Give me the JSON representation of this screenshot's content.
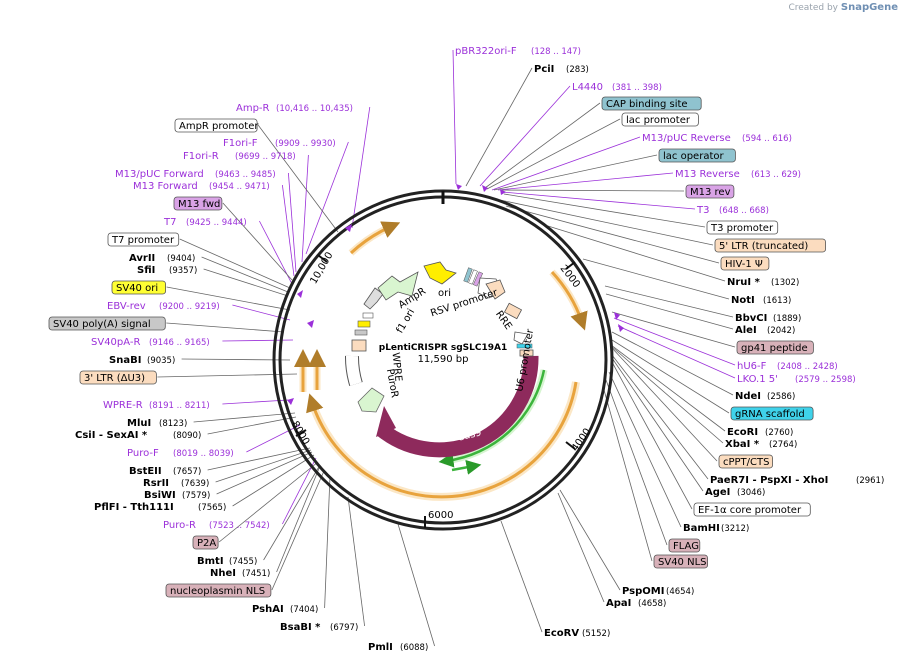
{
  "credit": {
    "prefix": "Created by",
    "brand": "SnapGene"
  },
  "plasmid": {
    "name": "pLentiCRISPR sgSLC19A1",
    "size": "11,590 bp"
  },
  "ticks": [
    {
      "label": "2000"
    },
    {
      "label": "4000"
    },
    {
      "label": "6000"
    },
    {
      "label": "8000"
    },
    {
      "label": "10,000"
    }
  ],
  "features": [
    {
      "name": "f1-ori",
      "label": "f1 ori"
    },
    {
      "name": "ampr",
      "label": "AmpR"
    },
    {
      "name": "ori",
      "label": "ori"
    },
    {
      "name": "rsv-promoter",
      "label": "RSV promoter"
    },
    {
      "name": "rre",
      "label": "RRE"
    },
    {
      "name": "u6-promoter",
      "label": "U6 promoter"
    },
    {
      "name": "cas9",
      "label": "Cas9"
    },
    {
      "name": "puror",
      "label": "PuroR"
    },
    {
      "name": "wpre",
      "label": "WPRE"
    }
  ],
  "labels": [
    {
      "name": "pbr322ori-f",
      "text": "pBR322ori-F",
      "range": "(128 .. 147)",
      "kind": "primer"
    },
    {
      "name": "pcii",
      "text": "PciI",
      "range": "(283)",
      "kind": "site"
    },
    {
      "name": "l4440",
      "text": "L4440",
      "range": "(381 .. 398)",
      "kind": "primer"
    },
    {
      "name": "cap-binding-site",
      "text": "CAP binding site",
      "kind": "feat",
      "bg": "#8fc3cf"
    },
    {
      "name": "lac-promoter",
      "text": "lac promoter",
      "kind": "feat",
      "bg": "#ffffff"
    },
    {
      "name": "m13-puc-reverse",
      "text": "M13/pUC Reverse",
      "range": "(594 .. 616)",
      "kind": "primer"
    },
    {
      "name": "lac-operator",
      "text": "lac operator",
      "kind": "feat",
      "bg": "#8fc3cf"
    },
    {
      "name": "m13-reverse",
      "text": "M13 Reverse",
      "range": "(613 .. 629)",
      "kind": "primer"
    },
    {
      "name": "m13-rev",
      "text": "M13 rev",
      "kind": "feat",
      "bg": "#d9a3e6"
    },
    {
      "name": "t3",
      "text": "T3",
      "range": "(648 .. 668)",
      "kind": "primer"
    },
    {
      "name": "t3-promoter",
      "text": "T3 promoter",
      "kind": "feat",
      "bg": "#ffffff"
    },
    {
      "name": "5-ltr",
      "text": "5' LTR (truncated)",
      "kind": "feat",
      "bg": "#fbdcbf"
    },
    {
      "name": "hiv1-psi",
      "text": "HIV-1 Ψ",
      "kind": "feat",
      "bg": "#fbdcbf"
    },
    {
      "name": "nrui",
      "text": "NruI *",
      "range": "(1302)",
      "kind": "site"
    },
    {
      "name": "noti",
      "text": "NotI",
      "range": "(1613)",
      "kind": "site"
    },
    {
      "name": "bbvci",
      "text": "BbvCI",
      "range": "(1889)",
      "kind": "site"
    },
    {
      "name": "alei",
      "text": "AleI",
      "range": "(2042)",
      "kind": "site"
    },
    {
      "name": "gp41-peptide",
      "text": "gp41 peptide",
      "kind": "feat",
      "bg": "#d8b1b9"
    },
    {
      "name": "hu6-f",
      "text": "hU6-F",
      "range": "(2408 .. 2428)",
      "kind": "primer"
    },
    {
      "name": "lko1-5",
      "text": "LKO.1 5'",
      "range": "(2579 .. 2598)",
      "kind": "primer"
    },
    {
      "name": "ndei",
      "text": "NdeI",
      "range": "(2586)",
      "kind": "site"
    },
    {
      "name": "grna-scaffold",
      "text": "gRNA scaffold",
      "kind": "feat",
      "bg": "#3fd2ea"
    },
    {
      "name": "ecori",
      "text": "EcoRI",
      "range": "(2760)",
      "kind": "site"
    },
    {
      "name": "xbai",
      "text": "XbaI *",
      "range": "(2764)",
      "kind": "site"
    },
    {
      "name": "cppt-cts",
      "text": "cPPT/CTS",
      "kind": "feat",
      "bg": "#fbdcbf"
    },
    {
      "name": "paer7i",
      "text": "PaeR7I  - PspXI  - XhoI",
      "range": "(2961)",
      "kind": "site"
    },
    {
      "name": "agei",
      "text": "AgeI",
      "range": "(3046)",
      "kind": "site"
    },
    {
      "name": "ef1a-promoter",
      "text": "EF-1α core promoter",
      "kind": "feat",
      "bg": "#ffffff"
    },
    {
      "name": "bamhi",
      "text": "BamHI",
      "range": "(3212)",
      "kind": "site"
    },
    {
      "name": "flag",
      "text": "FLAG",
      "kind": "feat",
      "bg": "#d8b1b9"
    },
    {
      "name": "sv40-nls",
      "text": "SV40 NLS",
      "kind": "feat",
      "bg": "#d8b1b9"
    },
    {
      "name": "pspomi",
      "text": "PspOMI",
      "range": "(4654)",
      "kind": "site"
    },
    {
      "name": "apai",
      "text": "ApaI",
      "range": "(4658)",
      "kind": "site"
    },
    {
      "name": "ecorv",
      "text": "EcoRV",
      "range": "(5152)",
      "kind": "site"
    },
    {
      "name": "pmli",
      "text": "PmlI",
      "range": "(6088)",
      "kind": "site"
    },
    {
      "name": "bsabi",
      "text": "BsaBI *",
      "range": "(6797)",
      "kind": "site"
    },
    {
      "name": "psha1",
      "text": "PshAI",
      "range": "(7404)",
      "kind": "site"
    },
    {
      "name": "nucleoplasmin-nls",
      "text": "nucleoplasmin NLS",
      "kind": "feat",
      "bg": "#d8b1b9"
    },
    {
      "name": "nhei",
      "text": "NheI",
      "range": "(7451)",
      "kind": "site"
    },
    {
      "name": "bmti",
      "text": "BmtI",
      "range": "(7455)",
      "kind": "site"
    },
    {
      "name": "p2a",
      "text": "P2A",
      "kind": "feat",
      "bg": "#d8b1b9"
    },
    {
      "name": "puro-r",
      "text": "Puro-R",
      "range": "(7523 .. 7542)",
      "kind": "primer"
    },
    {
      "name": "pflfi",
      "text": "PflFI  - Tth111I",
      "range": "(7565)",
      "kind": "site"
    },
    {
      "name": "bsiwi",
      "text": "BsiWI",
      "range": "(7579)",
      "kind": "site"
    },
    {
      "name": "rsrii",
      "text": "RsrII",
      "range": "(7639)",
      "kind": "site"
    },
    {
      "name": "bsteii",
      "text": "BstEII",
      "range": "(7657)",
      "kind": "site"
    },
    {
      "name": "puro-f",
      "text": "Puro-F",
      "range": "(8019 .. 8039)",
      "kind": "primer"
    },
    {
      "name": "csii",
      "text": "CsiI  - SexAI *",
      "range": "(8090)",
      "kind": "site"
    },
    {
      "name": "mlui",
      "text": "MluI",
      "range": "(8123)",
      "kind": "site"
    },
    {
      "name": "wpre-r",
      "text": "WPRE-R",
      "range": "(8191 .. 8211)",
      "kind": "primer"
    },
    {
      "name": "3-ltr",
      "text": "3' LTR (ΔU3)",
      "kind": "feat",
      "bg": "#fbdcbf"
    },
    {
      "name": "snabi",
      "text": "SnaBI",
      "range": "(9035)",
      "kind": "site"
    },
    {
      "name": "sv40pa-r",
      "text": "SV40pA-R",
      "range": "(9146 .. 9165)",
      "kind": "primer"
    },
    {
      "name": "sv40-polya",
      "text": "SV40 poly(A) signal",
      "kind": "feat",
      "bg": "#c8c8c8"
    },
    {
      "name": "ebv-rev",
      "text": "EBV-rev",
      "range": "(9200 .. 9219)",
      "kind": "primer"
    },
    {
      "name": "sv40-ori",
      "text": "SV40 ori",
      "kind": "feat",
      "bg": "#ffff33"
    },
    {
      "name": "sfii",
      "text": "SfiI",
      "range": "(9357)",
      "kind": "site"
    },
    {
      "name": "avrii",
      "text": "AvrII",
      "range": "(9404)",
      "kind": "site"
    },
    {
      "name": "t7-promoter",
      "text": "T7 promoter",
      "kind": "feat",
      "bg": "#ffffff"
    },
    {
      "name": "t7",
      "text": "T7",
      "range": "(9425 .. 9444)",
      "kind": "primer"
    },
    {
      "name": "m13-fwd",
      "text": "M13 fwd",
      "kind": "feat",
      "bg": "#d9a3e6"
    },
    {
      "name": "m13-forward",
      "text": "M13 Forward",
      "range": "(9454 .. 9471)",
      "kind": "primer"
    },
    {
      "name": "m13-puc-forward",
      "text": "M13/pUC Forward",
      "range": "(9463 .. 9485)",
      "kind": "primer"
    },
    {
      "name": "f1ori-r",
      "text": "F1ori-R",
      "range": "(9699 .. 9718)",
      "kind": "primer"
    },
    {
      "name": "f1ori-f",
      "text": "F1ori-F",
      "range": "(9909 .. 9930)",
      "kind": "primer"
    },
    {
      "name": "ampr-promoter",
      "text": "AmpR promoter",
      "kind": "feat",
      "bg": "#ffffff"
    },
    {
      "name": "amp-r",
      "text": "Amp-R",
      "range": "(10,416 .. 10,435)",
      "kind": "primer"
    }
  ],
  "colors": {
    "primer": "#9b30d9",
    "site": "#000000",
    "cas9": "#8e2a5c",
    "orf": "#d9f5d0",
    "ori": "#ffee00",
    "ltr": "#fbdcbf",
    "orange": "#e8a33d",
    "green": "#3cb43c"
  }
}
